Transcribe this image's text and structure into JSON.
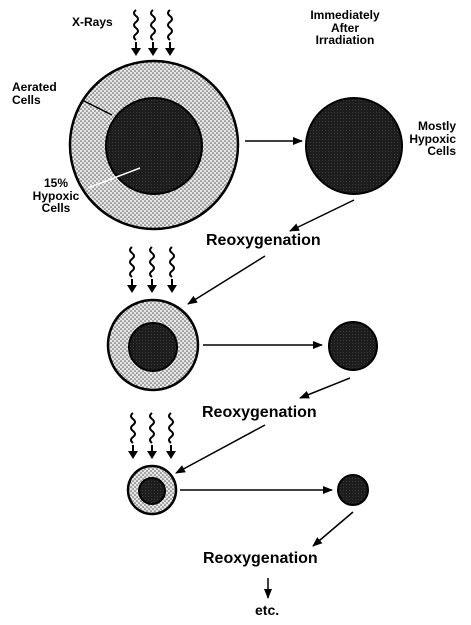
{
  "labels": {
    "xrays": "X-Rays",
    "immediately_after_line1": "Immediately",
    "immediately_after_line2": "After",
    "immediately_after_line3": "Irradiation",
    "aerated_line1": "Aerated",
    "aerated_line2": "Cells",
    "hypoxic15_line1": "15%",
    "hypoxic15_line2": "Hypoxic",
    "hypoxic15_line3": "Cells",
    "mostly_line1": "Mostly",
    "mostly_line2": "Hypoxic",
    "mostly_line3": "Cells",
    "reoxygenation_1": "Reoxygenation",
    "reoxygenation_2": "Reoxygenation",
    "reoxygenation_3": "Reoxygenation",
    "etc": "etc."
  },
  "colors": {
    "ink": "#000000",
    "aerated_fill": "#d4d4d4",
    "hypoxic_fill": "#1c1c1c",
    "background": "#ffffff"
  }
}
